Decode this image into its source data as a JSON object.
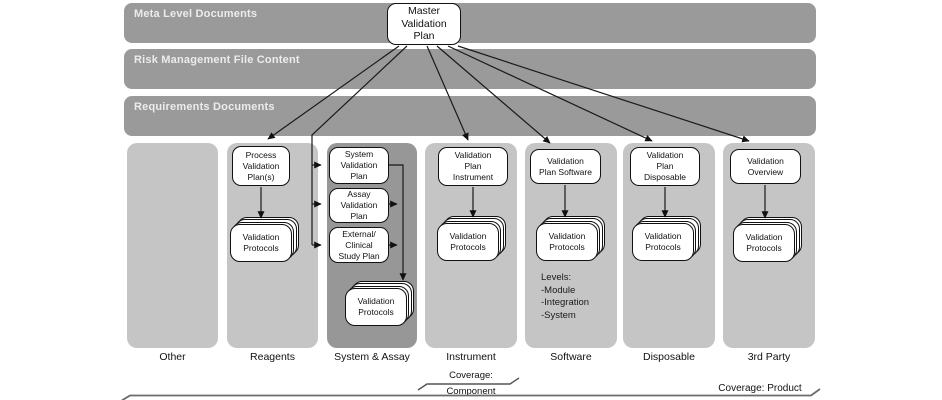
{
  "bands": [
    {
      "label": "Meta Level Documents"
    },
    {
      "label": "Risk Management File Content"
    },
    {
      "label": "Requirements Documents"
    }
  ],
  "master": {
    "label": "Master\nValidation\nPlan"
  },
  "columns": [
    {
      "label": "Other"
    },
    {
      "label": "Reagents",
      "plan": "Process\nValidation\nPlan(s)",
      "protocols": "Validation\nProtocols"
    },
    {
      "label": "System & Assay",
      "plans": [
        "System\nValidation\nPlan",
        "Assay\nValidation\nPlan",
        "External/\nClinical\nStudy Plan"
      ],
      "protocols": "Validation\nProtocols"
    },
    {
      "label": "Instrument",
      "plan": "Validation\nPlan\nInstrument",
      "protocols": "Validation\nProtocols"
    },
    {
      "label": "Software",
      "plan": "Validation\nPlan Software",
      "protocols": "Validation\nProtocols",
      "note": "Levels:\n-Module\n-Integration\n-System"
    },
    {
      "label": "Disposable",
      "plan": "Validation\nPlan\nDisposable",
      "protocols": "Validation\nProtocols"
    },
    {
      "label": "3rd Party",
      "plan": "Validation\nOverview",
      "protocols": "Validation\nProtocols"
    }
  ],
  "coverage": {
    "component_title": "Coverage:",
    "component_scope": "Component",
    "product": "Coverage: Product"
  },
  "colors": {
    "band": "#9a9a9a",
    "panel": "#c5c5c5",
    "panel_dark": "#979797",
    "box_fill": "#ffffff",
    "line": "#111111",
    "bracket": "#666666"
  }
}
